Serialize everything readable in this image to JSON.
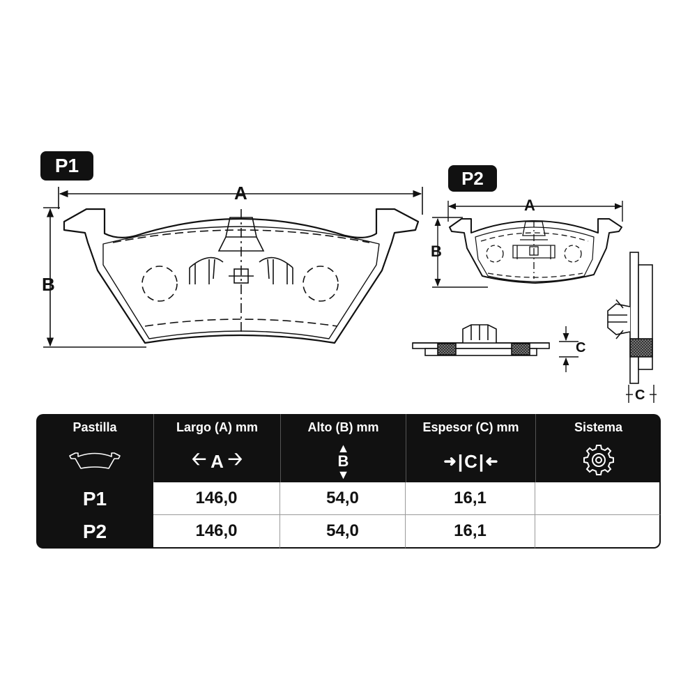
{
  "pads": [
    {
      "id": "P1",
      "dim_a": "A",
      "dim_b": "B"
    },
    {
      "id": "P2",
      "dim_a": "A",
      "dim_b": "B",
      "dim_c": "C",
      "dim_c2": "C"
    }
  ],
  "table": {
    "headers": [
      "Pastilla",
      "Largo (A) mm",
      "Alto (B) mm",
      "Espesor (C) mm",
      "Sistema"
    ],
    "icons": {
      "pad": "brake-pad-icon",
      "length": {
        "name": "horizontal-arrows-icon",
        "letter": "A"
      },
      "height": {
        "name": "vertical-arrows-icon",
        "letter": "B"
      },
      "thickness": {
        "name": "thickness-arrows-icon",
        "letter": "C"
      },
      "system": "gear-icon"
    },
    "rows": [
      {
        "pastilla": "P1",
        "largo": "146,0",
        "alto": "54,0",
        "espesor": "16,1",
        "sistema": ""
      },
      {
        "pastilla": "P2",
        "largo": "146,0",
        "alto": "54,0",
        "espesor": "16,1",
        "sistema": ""
      }
    ]
  }
}
